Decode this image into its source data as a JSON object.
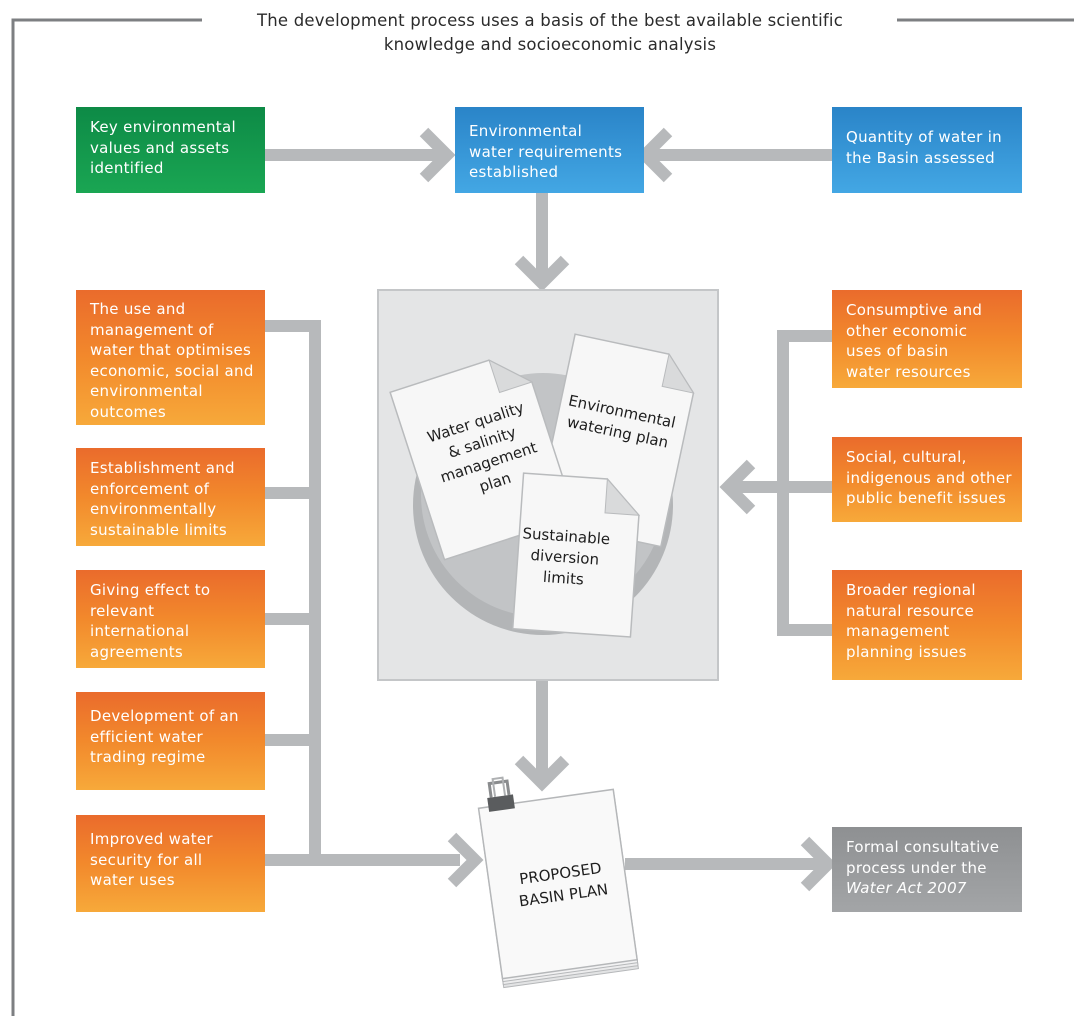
{
  "header": {
    "line1": "The development process uses a basis of the best available scientific",
    "line2": "knowledge and socioeconomic analysis"
  },
  "top_row": {
    "left": [
      "Key environmental",
      "values and assets",
      "identified"
    ],
    "center": [
      "Environmental",
      "water requirements",
      "established"
    ],
    "right": [
      "Quantity of water in",
      "the Basin assessed"
    ]
  },
  "left_column": [
    [
      "The use and",
      "management of",
      "water that  optimises",
      "economic, social and",
      "environmental",
      "outcomes"
    ],
    [
      "Establishment and",
      "enforcement of",
      "environmentally",
      "sustainable limits"
    ],
    [
      "Giving effect to",
      "relevant",
      "international",
      "agreements"
    ],
    [
      "Development of an",
      "efficient water",
      "trading regime"
    ],
    [
      "Improved water",
      "security for all",
      "water uses"
    ]
  ],
  "right_column": [
    [
      "Consumptive and",
      "other economic",
      "uses of basin",
      "water resources"
    ],
    [
      "Social, cultural,",
      "indigenous and other",
      "public benefit issues"
    ],
    [
      "Broader regional",
      "natural resource",
      "management",
      "planning issues"
    ]
  ],
  "center_docs": {
    "water_quality": [
      "Water quality",
      "& salinity",
      "management",
      "plan"
    ],
    "environmental_watering": [
      "Environmental",
      "watering plan"
    ],
    "diversion_limits": [
      "Sustainable",
      "diversion",
      "limits"
    ]
  },
  "plan": [
    "PROPOSED",
    "BASIN PLAN"
  ],
  "output": {
    "lines": [
      "Formal consultative",
      "process under the"
    ],
    "italic": "Water Act 2007"
  },
  "colors": {
    "green": "#169b4d",
    "blue": "#2f95d6",
    "orange": "#f08a2c",
    "grey_box": "#9a9c9e",
    "connector": "#b7b9bb",
    "frame": "#7d7f82"
  }
}
